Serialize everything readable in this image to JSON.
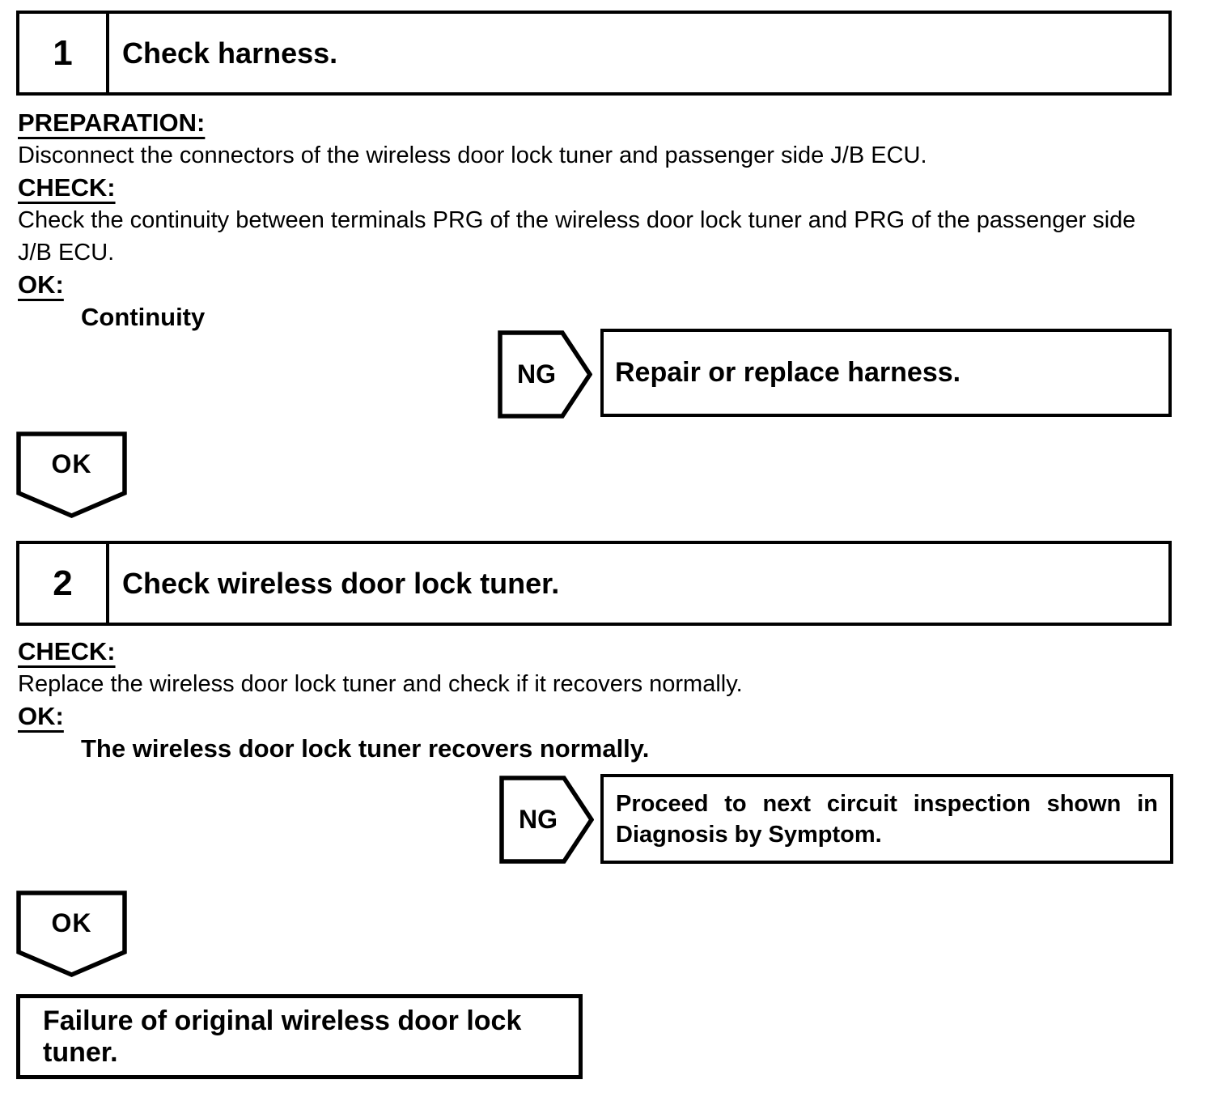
{
  "steps": [
    {
      "number": "1",
      "title": "Check harness.",
      "preparation_label": "PREPARATION:",
      "preparation_text": "Disconnect the connectors of the wireless door lock tuner and passenger side J/B ECU.",
      "check_label": "CHECK:",
      "check_text_line1": "Check the continuity between terminals PRG of the wireless door lock tuner and PRG of the passenger side",
      "check_text_line2": "J/B ECU.",
      "check_text_full": "Check the continuity between terminals PRG of the wireless door lock tuner and PRG of the passenger side J/B ECU.",
      "ok_label": "OK:",
      "ok_criteria": "Continuity",
      "ng_badge": "NG",
      "ng_action": "Repair or replace harness.",
      "ok_badge": "OK"
    },
    {
      "number": "2",
      "title": "Check wireless door lock tuner.",
      "check_label": "CHECK:",
      "check_text": "Replace the wireless door lock tuner and check if it recovers normally.",
      "ok_label": "OK:",
      "ok_criteria": "The wireless door lock tuner recovers normally.",
      "ng_badge": "NG",
      "ng_action_line1": "Proceed to next circuit inspection shown in",
      "ng_action_line2": "Diagnosis by Symptom.",
      "ng_action_full": "Proceed to next circuit inspection shown in Diagnosis by Symptom.",
      "ok_badge": "OK"
    }
  ],
  "conclusion": {
    "text": "Failure of original wireless door lock tuner."
  },
  "colors": {
    "ink": "#000000",
    "paper": "#ffffff"
  }
}
